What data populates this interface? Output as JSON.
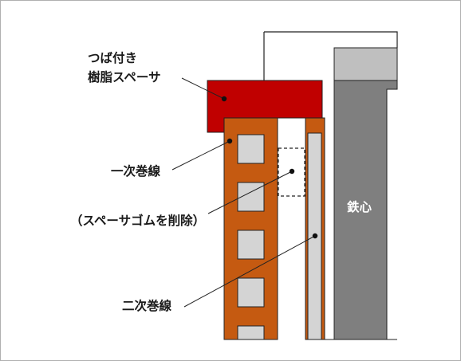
{
  "labels": {
    "spacer_line1": "つば付き",
    "spacer_line2": "樹脂スペーサ",
    "primary": "一次巻線",
    "removed": "（スペーサゴムを削除）",
    "secondary": "二次巻線",
    "core": "鉄心"
  },
  "colors": {
    "spacer": "#c00000",
    "winding": "#c55a11",
    "conductor": "#d4d4d4",
    "core": "#7f7f7f",
    "tank": "#bfbfbf",
    "line": "#222222"
  }
}
